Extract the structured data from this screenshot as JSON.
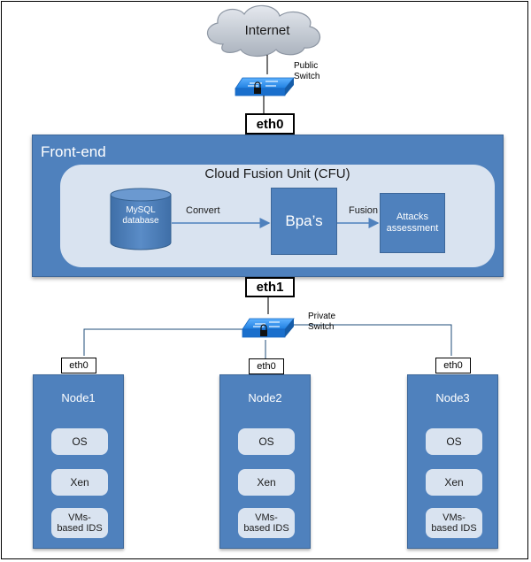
{
  "internet": {
    "label": "Internet"
  },
  "public_switch": {
    "label_line1": "Public",
    "label_line2": "Switch"
  },
  "eth0_top": {
    "label": "eth0"
  },
  "frontend": {
    "title": "Front-end"
  },
  "cfu": {
    "title": "Cloud Fusion Unit (CFU)",
    "db_line1": "MySQL",
    "db_line2": "database",
    "convert": "Convert",
    "bpa": "Bpa’s",
    "fusion": "Fusion",
    "attacks_line1": "Attacks",
    "attacks_line2": "assessment"
  },
  "eth1": {
    "label": "eth1"
  },
  "private_switch": {
    "label_line1": "Private",
    "label_line2": "Switch"
  },
  "nodes": [
    {
      "eth": "eth0",
      "title": "Node1",
      "os": "OS",
      "xen": "Xen",
      "vm_line1": "VMs-",
      "vm_line2": "based IDS"
    },
    {
      "eth": "eth0",
      "title": "Node2",
      "os": "OS",
      "xen": "Xen",
      "vm_line1": "VMs-",
      "vm_line2": "based IDS"
    },
    {
      "eth": "eth0",
      "title": "Node3",
      "os": "OS",
      "xen": "Xen",
      "vm_line1": "VMs-",
      "vm_line2": "based IDS"
    }
  ]
}
